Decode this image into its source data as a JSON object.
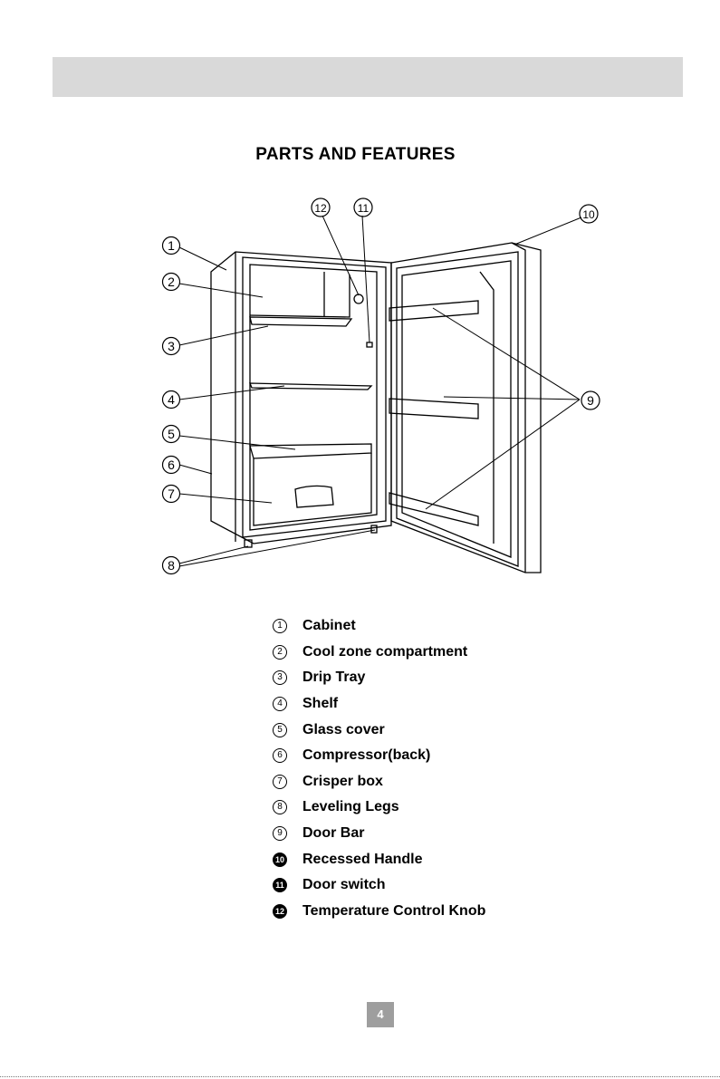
{
  "page_title": "PARTS AND FEATURES",
  "callout_numbers": [
    "1",
    "2",
    "3",
    "4",
    "5",
    "6",
    "7",
    "8",
    "9",
    "10",
    "11",
    "12"
  ],
  "parts": [
    {
      "number": "1",
      "label": "Cabinet"
    },
    {
      "number": "2",
      "label": "Cool zone compartment"
    },
    {
      "number": "3",
      "label": "Drip Tray"
    },
    {
      "number": "4",
      "label": "Shelf"
    },
    {
      "number": "5",
      "label": "Glass cover"
    },
    {
      "number": "6",
      "label": "Compressor(back)"
    },
    {
      "number": "7",
      "label": "Crisper box"
    },
    {
      "number": "8",
      "label": "Leveling Legs"
    },
    {
      "number": "9",
      "label": "Door Bar"
    },
    {
      "number": "10",
      "label": "Recessed Handle"
    },
    {
      "number": "11",
      "label": "Door switch"
    },
    {
      "number": "12",
      "label": "Temperature Control Knob"
    }
  ],
  "page_number": "4"
}
